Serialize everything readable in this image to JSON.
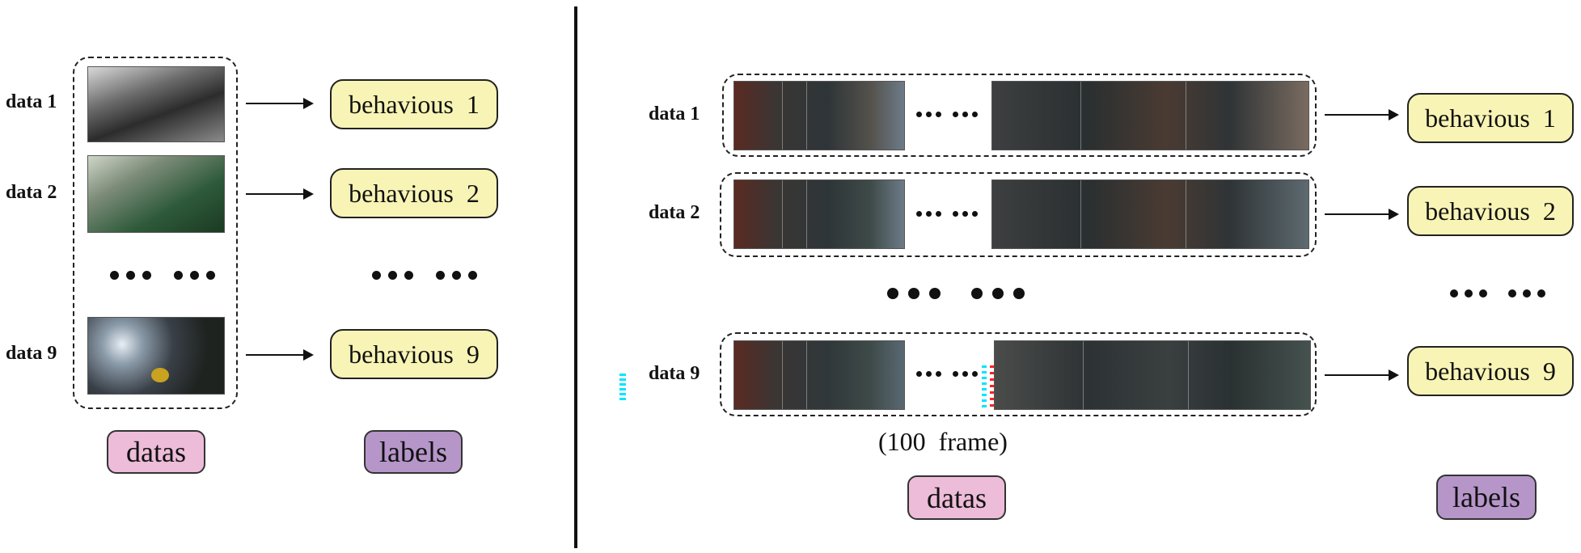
{
  "left_panel": {
    "rows": [
      {
        "label": "data 1",
        "behaviour": "behavious  1"
      },
      {
        "label": "data 2",
        "behaviour": "behavious  2"
      },
      {
        "label": "data 9",
        "behaviour": "behavious  9"
      }
    ],
    "datas_tag": "datas",
    "labels_tag": "labels"
  },
  "right_panel": {
    "rows": [
      {
        "label": "data 1",
        "behaviour": "behavious  1"
      },
      {
        "label": "data 2",
        "behaviour": "behavious  2"
      },
      {
        "label": "data 9",
        "behaviour": "behavious  9"
      }
    ],
    "frame_caption": "(100  frame)",
    "datas_tag": "datas",
    "labels_tag": "labels"
  },
  "colors": {
    "behaviour_fill": "#f8f4b5",
    "datas_fill": "#edbcd9",
    "labels_fill": "#b696c9"
  }
}
